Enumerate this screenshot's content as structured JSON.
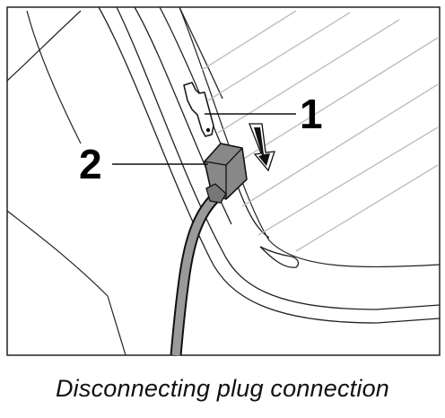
{
  "diagram": {
    "callouts": [
      {
        "id": "1",
        "label": "1"
      },
      {
        "id": "2",
        "label": "2"
      }
    ]
  },
  "caption": "Disconnecting plug connection"
}
